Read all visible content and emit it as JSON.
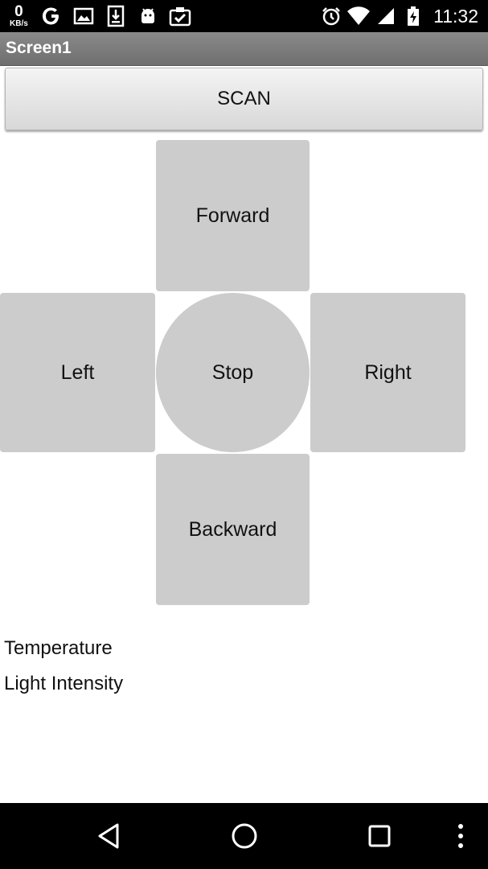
{
  "status_bar": {
    "network_speed_value": "0",
    "network_speed_unit": "KB/s",
    "time": "11:32",
    "left_icons": [
      "google-icon",
      "image-icon",
      "download-icon",
      "android-icon",
      "clipboard-check-icon"
    ],
    "right_icons": [
      "alarm-icon",
      "wifi-icon",
      "cell-signal-icon",
      "battery-charging-icon"
    ]
  },
  "app": {
    "title": "Screen1"
  },
  "controls": {
    "scan_label": "SCAN",
    "forward_label": "Forward",
    "left_label": "Left",
    "stop_label": "Stop",
    "right_label": "Right",
    "backward_label": "Backward"
  },
  "sensors": {
    "temperature_label": "Temperature",
    "light_label": "Light Intensity"
  },
  "colors": {
    "pad_button": "#cccccc",
    "title_bar": "#7d7d7d",
    "status_bar": "#000000"
  }
}
